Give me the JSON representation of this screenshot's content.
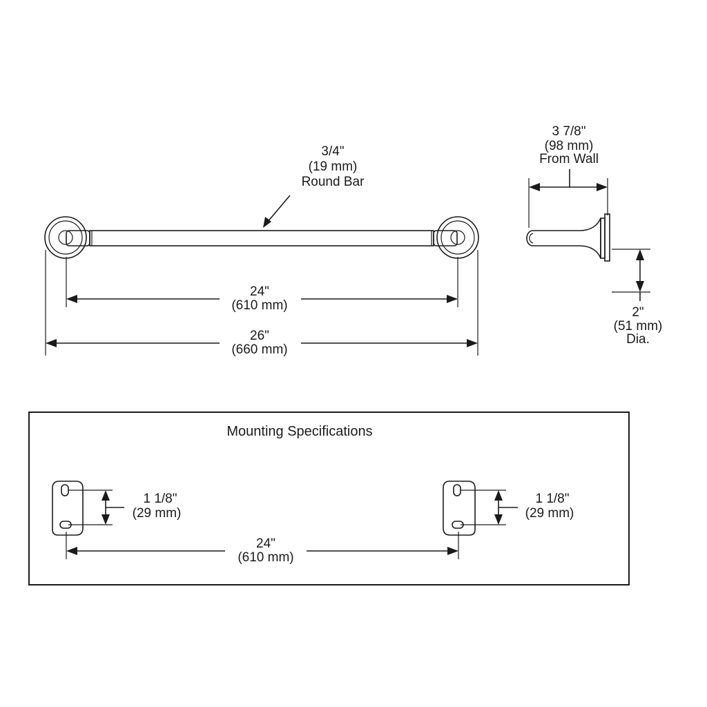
{
  "colors": {
    "ink": "#1a1a1a",
    "background": "#ffffff"
  },
  "front_view": {
    "bar": {
      "size": "3/4\"",
      "metric": "(19 mm)",
      "desc": "Round Bar"
    },
    "inner_length": {
      "size": "24\"",
      "metric": "(610 mm)"
    },
    "overall_length": {
      "size": "26\"",
      "metric": "(660 mm)"
    }
  },
  "side_view": {
    "projection": {
      "size": "3 7/8\"",
      "metric": "(98 mm)",
      "desc": "From Wall"
    },
    "flange_diameter": {
      "size": "2\"",
      "metric": "(51 mm)",
      "desc": "Dia."
    }
  },
  "mounting": {
    "title": "Mounting Specifications",
    "left_hole_spacing": {
      "size": "1 1/8\"",
      "metric": "(29 mm)"
    },
    "right_hole_spacing": {
      "size": "1 1/8\"",
      "metric": "(29 mm)"
    },
    "bracket_spacing": {
      "size": "24\"",
      "metric": "(610 mm)"
    }
  }
}
